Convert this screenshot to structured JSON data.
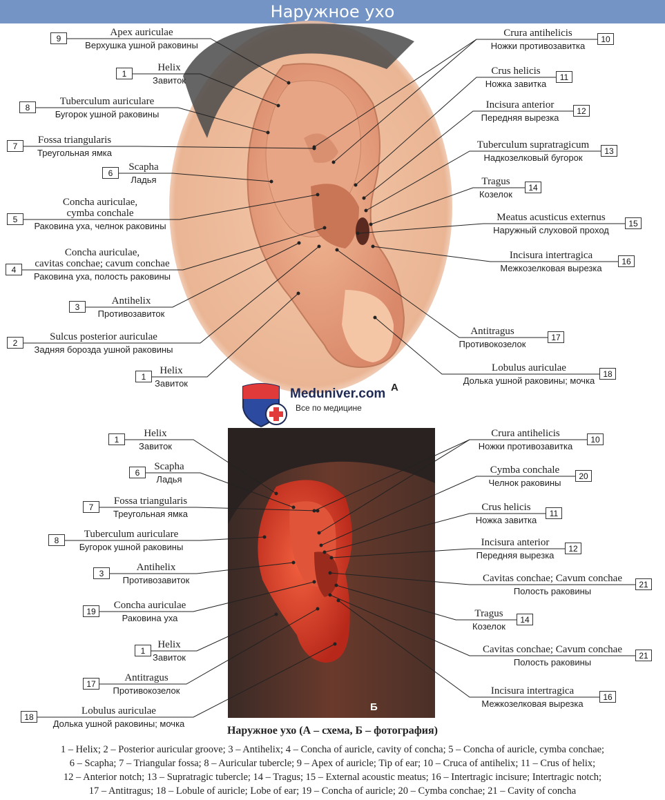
{
  "title": "Наружное ухо",
  "figure_a_letter": "А",
  "figure_b_letter": "Б",
  "logo": {
    "name": "Meduniver.com",
    "tagline": "Все по медицине"
  },
  "labels_a": [
    {
      "num": "9",
      "latin": "Apex auriculae",
      "russian": "Верхушка ушной раковины"
    },
    {
      "num": "1",
      "latin": "Helix",
      "russian": "Завиток"
    },
    {
      "num": "8",
      "latin": "Tuberculum auriculare",
      "russian": "Бугорок ушной раковины"
    },
    {
      "num": "7",
      "latin": "Fossa triangularis",
      "russian": "Треугольная ямка"
    },
    {
      "num": "6",
      "latin": "Scapha",
      "russian": "Ладья"
    },
    {
      "num": "5",
      "latin": "Concha auriculae,\ncymba conchale",
      "russian": "Раковина уха, челнок раковины"
    },
    {
      "num": "4",
      "latin": "Concha auriculae,\ncavitas conchae; cavum conchae",
      "russian": "Раковина уха, полость раковины"
    },
    {
      "num": "3",
      "latin": "Antihelix",
      "russian": "Противозавиток"
    },
    {
      "num": "2",
      "latin": "Sulcus posterior auriculae",
      "russian": "Задняя борозда ушной раковины"
    },
    {
      "num": "1",
      "latin": "Helix",
      "russian": "Завиток"
    },
    {
      "num": "10",
      "latin": "Crura antihelicis",
      "russian": "Ножки противозавитка"
    },
    {
      "num": "11",
      "latin": "Crus helicis",
      "russian": "Ножка завитка"
    },
    {
      "num": "12",
      "latin": "Incisura anterior",
      "russian": "Передняя вырезка"
    },
    {
      "num": "13",
      "latin": "Tuberculum supratragicum",
      "russian": "Надкозелковый бугорок"
    },
    {
      "num": "14",
      "latin": "Tragus",
      "russian": "Козелок"
    },
    {
      "num": "15",
      "latin": "Meatus acusticus externus",
      "russian": "Наружный слуховой проход"
    },
    {
      "num": "16",
      "latin": "Incisura intertragica",
      "russian": "Межкозелковая вырезка"
    },
    {
      "num": "17",
      "latin": "Antitragus",
      "russian": "Противокозелок"
    },
    {
      "num": "18",
      "latin": "Lobulus auriculae",
      "russian": "Долька ушной раковины; мочка"
    }
  ],
  "labels_b": [
    {
      "num": "1",
      "latin": "Helix",
      "russian": "Завиток"
    },
    {
      "num": "6",
      "latin": "Scapha",
      "russian": "Ладья"
    },
    {
      "num": "7",
      "latin": "Fossa triangularis",
      "russian": "Треугольная ямка"
    },
    {
      "num": "8",
      "latin": "Tuberculum auriculare",
      "russian": "Бугорок ушной раковины"
    },
    {
      "num": "3",
      "latin": "Antihelix",
      "russian": "Противозавиток"
    },
    {
      "num": "19",
      "latin": "Concha auriculae",
      "russian": "Раковина уха"
    },
    {
      "num": "1",
      "latin": "Helix",
      "russian": "Завиток"
    },
    {
      "num": "17",
      "latin": "Antitragus",
      "russian": "Противокозелок"
    },
    {
      "num": "18",
      "latin": "Lobulus auriculae",
      "russian": "Долька ушной раковины; мочка"
    },
    {
      "num": "10",
      "latin": "Crura antihelicis",
      "russian": "Ножки противозавитка"
    },
    {
      "num": "20",
      "latin": "Cymba conchale",
      "russian": "Челнок раковины"
    },
    {
      "num": "11",
      "latin": "Crus helicis",
      "russian": "Ножка завитка"
    },
    {
      "num": "12",
      "latin": "Incisura anterior",
      "russian": "Передняя вырезка"
    },
    {
      "num": "21",
      "latin": "Cavitas conchae; Cavum conchae",
      "russian": "Полость раковины"
    },
    {
      "num": "14",
      "latin": "Tragus",
      "russian": "Козелок"
    },
    {
      "num": "21",
      "latin": "Cavitas conchae; Cavum conchae",
      "russian": "Полость раковины"
    },
    {
      "num": "16",
      "latin": "Incisura intertragica",
      "russian": "Межкозелковая вырезка"
    }
  ],
  "caption": {
    "title": "Наружное ухо (А – схема, Б – фотография)",
    "lines": [
      "1 – Helix; 2 – Posterior auricular groove; 3 – Antihelix; 4 – Concha of auricle, cavity of concha; 5 – Concha of auricle, cymba conchae;",
      "6 – Scapha; 7 – Triangular fossa; 8 – Auricular tubercle; 9 – Apex of auricle; Tip of ear; 10 – Cruca of antihelix; 11 – Crus of helix;",
      "12 – Anterior notch; 13 – Supratragic tubercle; 14 – Tragus; 15 – External acoustic meatus; 16 – Intertragic incisure; Intertragic notch;",
      "17 – Antitragus; 18 – Lobule of auricle; Lobe of ear; 19 – Concha of auricle; 20 – Cymba conchae; 21 – Cavity of concha"
    ]
  }
}
